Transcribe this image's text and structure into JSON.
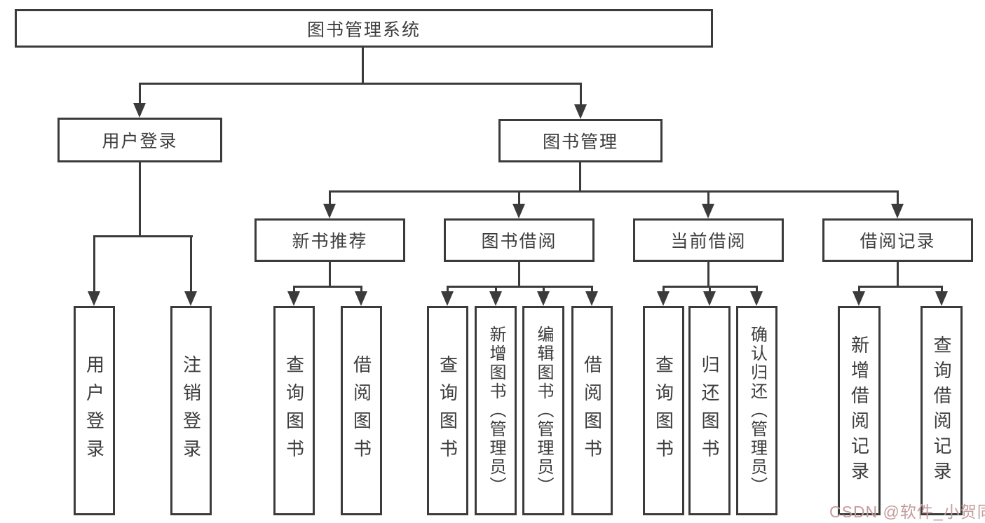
{
  "tree": {
    "root": {
      "label": "图书管理系统"
    },
    "branches": [
      {
        "label": "用户登录",
        "children": [
          {
            "label": "用户登录"
          },
          {
            "label": "注销登录"
          }
        ]
      },
      {
        "label": "图书管理",
        "children": [
          {
            "label": "新书推荐",
            "children": [
              {
                "label": "查询图书"
              },
              {
                "label": "借阅图书"
              }
            ]
          },
          {
            "label": "图书借阅",
            "children": [
              {
                "label": "查询图书"
              },
              {
                "label": "新增图书（管理员）"
              },
              {
                "label": "编辑图书（管理员）"
              },
              {
                "label": "借阅图书"
              }
            ]
          },
          {
            "label": "当前借阅",
            "children": [
              {
                "label": "查询图书"
              },
              {
                "label": "归还图书"
              },
              {
                "label": "确认归还（管理员）"
              }
            ]
          },
          {
            "label": "借阅记录",
            "children": [
              {
                "label": "新增借阅记录"
              },
              {
                "label": "查询借阅记录"
              }
            ]
          }
        ]
      }
    ]
  },
  "watermark": {
    "text": "CSDN @软件_小贺同学",
    "color": "#c59c9c"
  },
  "colors": {
    "line": "#3b3b3b",
    "text": "#3d3d3d",
    "background": "#ffffff"
  }
}
